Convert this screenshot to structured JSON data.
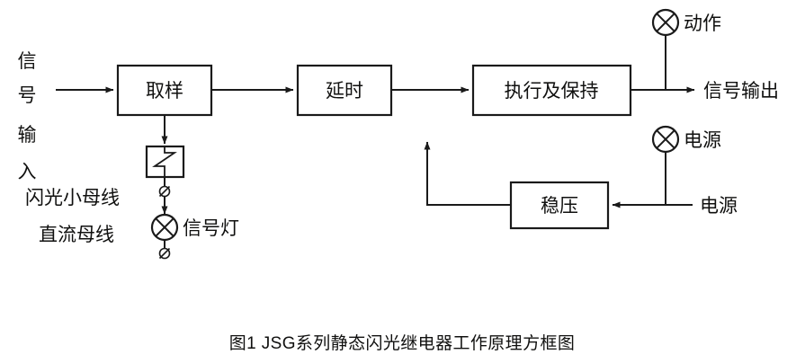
{
  "figure": {
    "caption": "图1  JSG系列静态闪光继电器工作原理方框图",
    "background_color": "#ffffff",
    "line_color": "#1a1a1a",
    "text_color": "#10100f"
  },
  "blocks": [
    {
      "id": "sampling",
      "label": "取样"
    },
    {
      "id": "delay",
      "label": "延时"
    },
    {
      "id": "execute_hold",
      "label": "执行及保持"
    },
    {
      "id": "voltage_regulator",
      "label": "稳压"
    }
  ],
  "input_label": {
    "text": "信号输入",
    "chars": [
      "信",
      "号",
      "输",
      "入"
    ],
    "orientation": "vertical"
  },
  "bus_labels": [
    {
      "id": "flash-bus",
      "text": "闪光小母线"
    },
    {
      "id": "dc-bus",
      "text": "直流母线"
    }
  ],
  "lamps": [
    {
      "id": "signal-lamp",
      "label": "信号灯",
      "symbol": "crossed-circle"
    },
    {
      "id": "action-lamp",
      "label": "动作",
      "symbol": "crossed-circle"
    },
    {
      "id": "power-lamp",
      "label": "电源",
      "symbol": "crossed-circle"
    }
  ],
  "io_labels": [
    {
      "id": "signal-output",
      "text": "信号输出"
    },
    {
      "id": "power-input",
      "text": "电源"
    }
  ],
  "symbols": {
    "relay_contact": "switch-contact-box",
    "terminal": "slashed-circle"
  }
}
